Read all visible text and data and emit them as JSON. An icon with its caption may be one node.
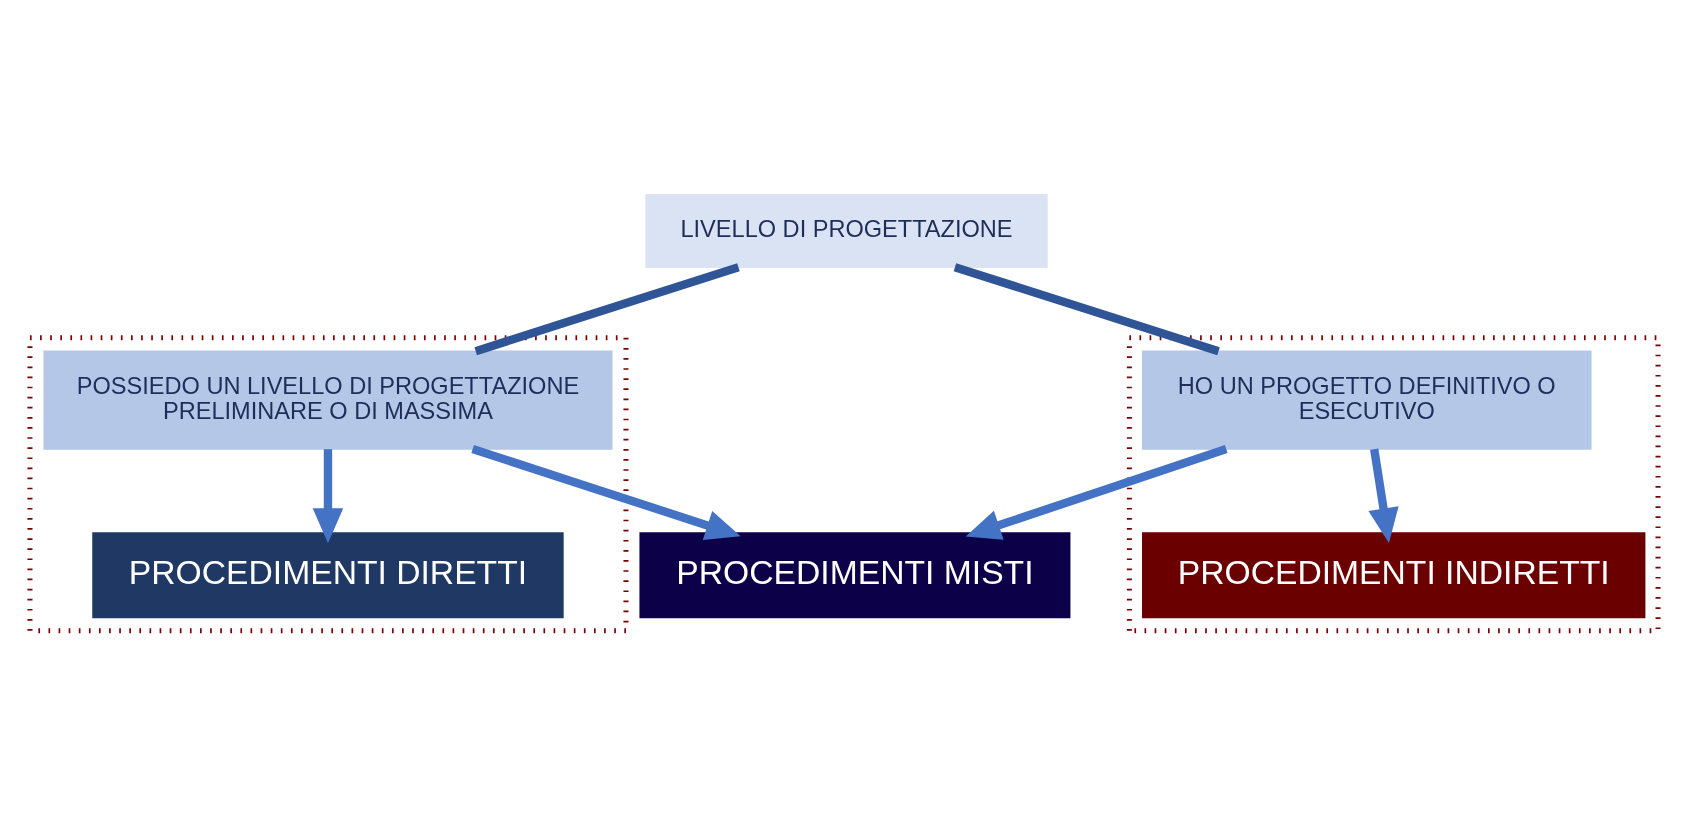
{
  "diagram": {
    "nodes": [
      {
        "text": [
          "LIVELLO DI PROGETTAZIONE"
        ]
      },
      {
        "text": [],
        "shape": "box"
      },
      {
        "text": [
          "POSSIEDO UN LIVELLO DI PROGETTAZIONE PRELIMINARE O DI MASSIMA"
        ],
        "in": 1
      },
      {
        "text": [
          "PROCEDIMENTI DIRETTI"
        ],
        "in": 1
      },
      {
        "text": [
          "PROCEDIMENTI MISTI"
        ]
      },
      {
        "text": [],
        "shape": "box"
      },
      {
        "text": [
          "HO UN PROGETTO DEFINITIVO O ESECUTIVO"
        ],
        "in": 5
      },
      {
        "text": [
          "PROCEDIMENTI INDIRETTI"
        ],
        "in": 5
      }
    ],
    "edges": [
      {
        "from": 0,
        "to": 2,
        "arrow": "none",
        "color": "#2f5597"
      },
      {
        "from": 0,
        "to": 6,
        "arrow": "none",
        "color": "#2f5597"
      },
      {
        "from": 2,
        "to": 3,
        "arrow": "to"
      },
      {
        "from": 2,
        "to": 4,
        "arrow": "to"
      },
      {
        "from": 6,
        "to": 4,
        "arrow": "to"
      },
      {
        "from": 6,
        "to": 7,
        "arrow": "to"
      }
    ]
  }
}
